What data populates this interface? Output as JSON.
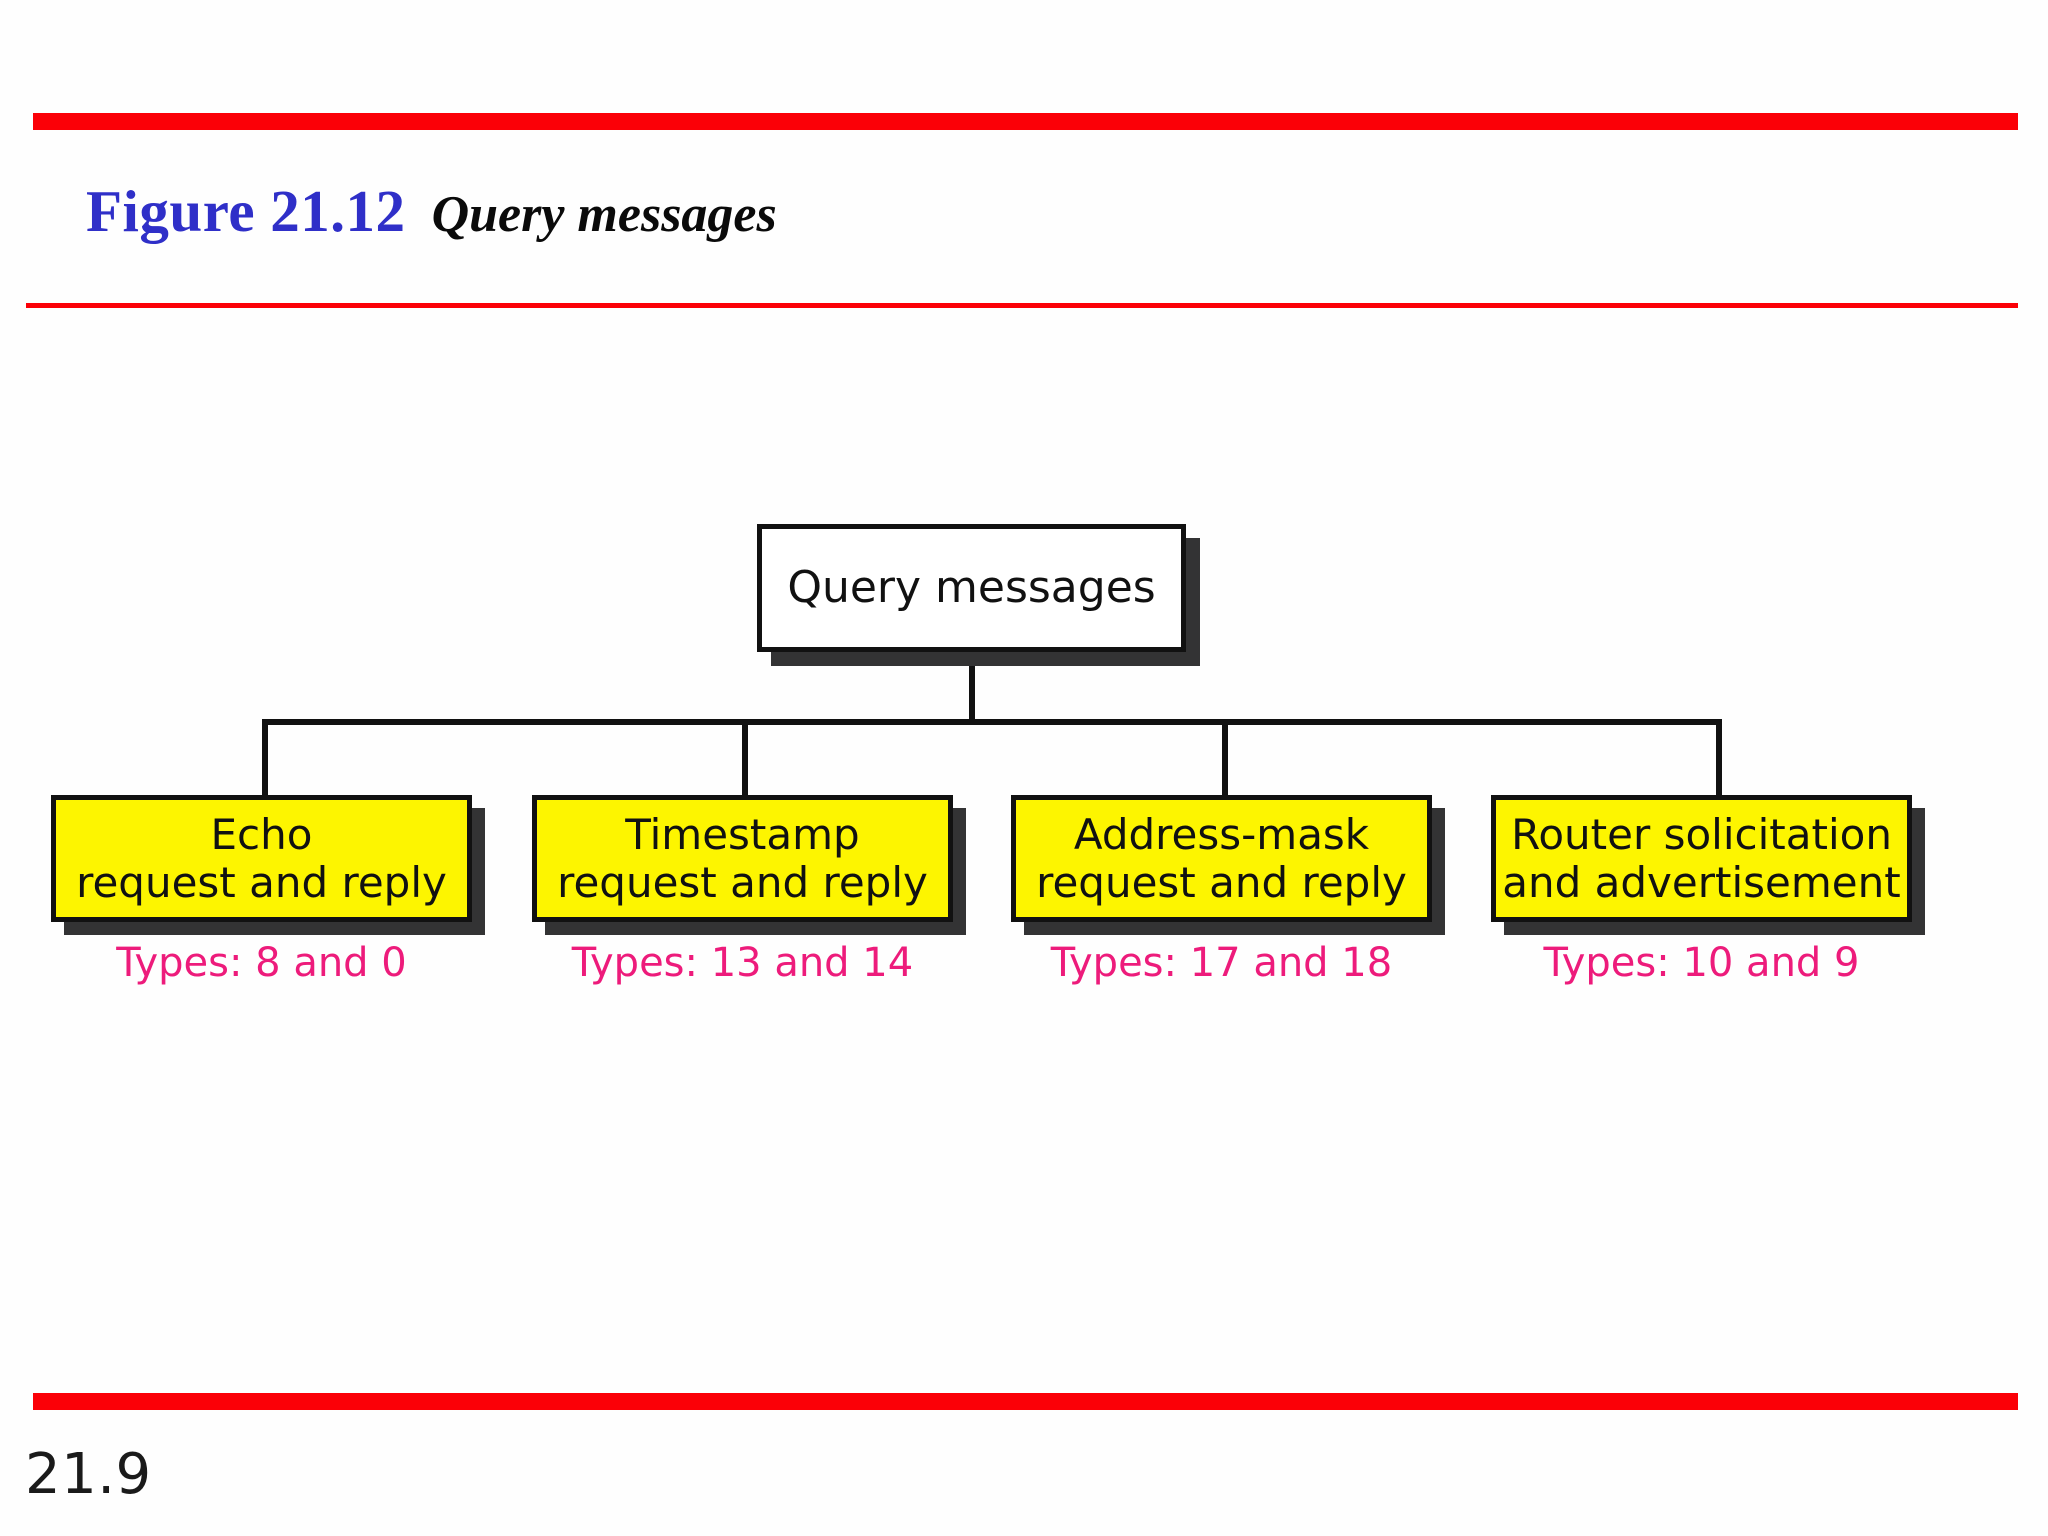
{
  "slide": {
    "page_number": "21.9",
    "background_color": "#fefefe",
    "rule_color": "#fb0007"
  },
  "header": {
    "figure_label": "Figure 21.12",
    "figure_label_color": "#2f2fc8",
    "caption": "Query messages",
    "caption_color": "#0a0a0a"
  },
  "chart_data": {
    "type": "diagram",
    "title": "Query messages",
    "layout": "tree",
    "orientation": "top-down",
    "root": {
      "label": "Query messages",
      "fill": "#ffffff",
      "border": "#111111"
    },
    "leaf_fill": "#fdf500",
    "leaf_border": "#111111",
    "type_label_color": "#ed1b7b",
    "children": [
      {
        "line1": "Echo",
        "line2": "request and reply",
        "types_label": "Types: 8 and 0",
        "types": [
          8,
          0
        ]
      },
      {
        "line1": "Timestamp",
        "line2": "request and reply",
        "types_label": "Types: 13 and 14",
        "types": [
          13,
          14
        ]
      },
      {
        "line1": "Address-mask",
        "line2": "request and reply",
        "types_label": "Types: 17 and 18",
        "types": [
          17,
          18
        ]
      },
      {
        "line1": "Router solicitation",
        "line2": "and advertisement",
        "types_label": "Types: 10 and 9",
        "types": [
          10,
          9
        ]
      }
    ]
  }
}
